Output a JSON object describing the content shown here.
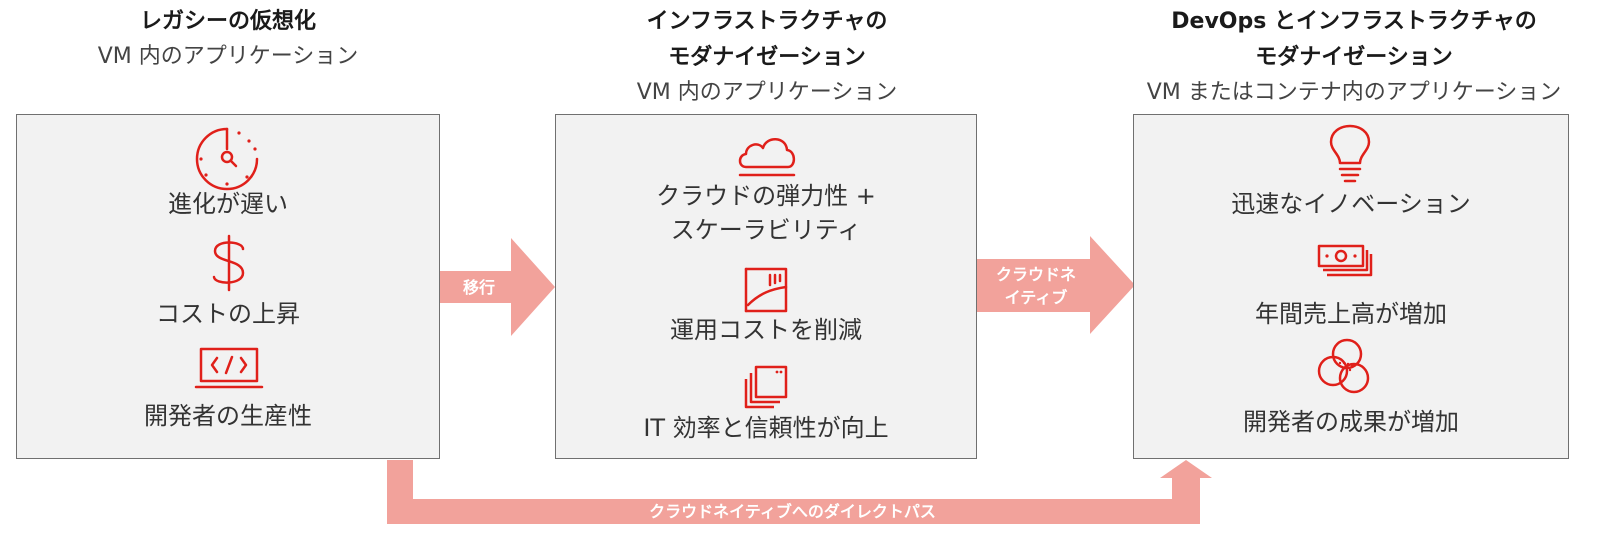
{
  "columns": [
    {
      "title": "レガシーの仮想化",
      "title_line2": "",
      "subtitle": "VM 内のアプリケーション",
      "items": [
        {
          "icon": "speedometer-search-icon",
          "label": "進化が遅い",
          "label_line2": ""
        },
        {
          "icon": "dollar-icon",
          "label": "コストの上昇",
          "label_line2": ""
        },
        {
          "icon": "code-laptop-icon",
          "label": "開発者の生産性",
          "label_line2": ""
        }
      ]
    },
    {
      "title": "インフラストラクチャの",
      "title_line2": "モダナイゼーション",
      "subtitle": "VM 内のアプリケーション",
      "items": [
        {
          "icon": "cloud-icon",
          "label": "クラウドの弾力性 +",
          "label_line2": "スケーラビリティ"
        },
        {
          "icon": "cost-document-icon",
          "label": "運用コストを削減",
          "label_line2": ""
        },
        {
          "icon": "stacked-squares-icon",
          "label": "IT 効率と信頼性が向上",
          "label_line2": ""
        }
      ]
    },
    {
      "title": "DevOps とインフラストラクチャの",
      "title_line2": "モダナイゼーション",
      "subtitle": "VM またはコンテナ内のアプリケーション",
      "items": [
        {
          "icon": "lightbulb-icon",
          "label": "迅速なイノベーション",
          "label_line2": ""
        },
        {
          "icon": "money-stack-icon",
          "label": "年間売上高が増加",
          "label_line2": ""
        },
        {
          "icon": "overlapping-circles-icon",
          "label": "開発者の成果が増加",
          "label_line2": ""
        }
      ]
    }
  ],
  "arrows": {
    "migrate": "移行",
    "cloud_native_line1": "クラウドネ",
    "cloud_native_line2": "イティブ",
    "direct_path": "クラウドネイティブへのダイレクトパス"
  },
  "colors": {
    "accent": "#e0201a",
    "arrow_fill": "#f2a29b",
    "box_fill": "#f2f2f2",
    "box_border": "#707070"
  }
}
